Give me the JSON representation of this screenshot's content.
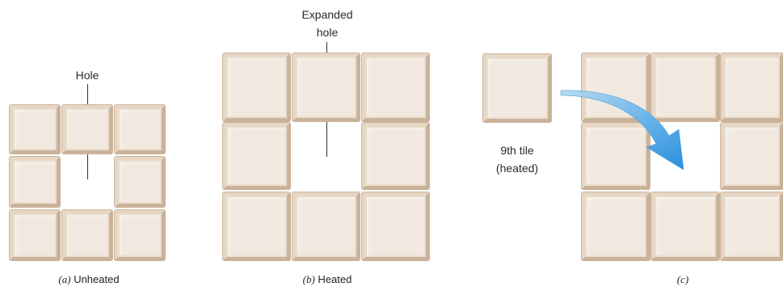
{
  "panel_a": {
    "label": "Hole",
    "caption_letter": "(a)",
    "caption_text": " Unheated"
  },
  "panel_b": {
    "label_line1": "Expanded",
    "label_line2": "hole",
    "caption_letter": "(b)",
    "caption_text": " Heated"
  },
  "panel_c": {
    "label_line1": "9th tile",
    "label_line2": "(heated)",
    "caption": "(c)"
  },
  "colors": {
    "tile_face": "#f1e9df",
    "tile_border": "#d6c2ab",
    "arrow_start": "#a8d4f2",
    "arrow_end": "#2c8fdc"
  }
}
